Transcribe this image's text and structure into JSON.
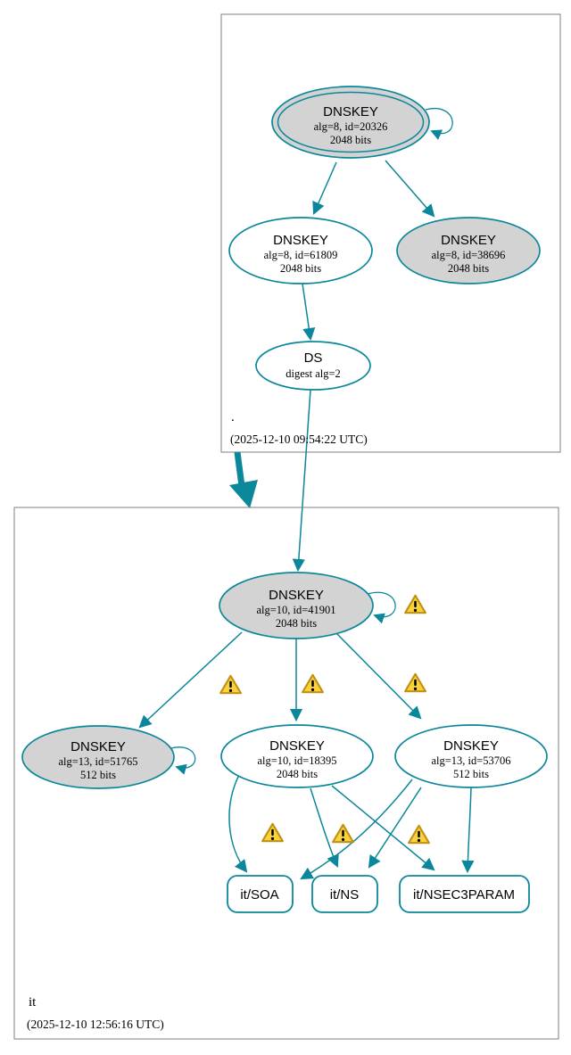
{
  "zones": {
    "root": {
      "name": ".",
      "timestamp": "(2025-12-10 09:54:22 UTC)",
      "nodes": {
        "ksk20326": {
          "title": "DNSKEY",
          "line1": "alg=8, id=20326",
          "line2": "2048 bits"
        },
        "zsk61809": {
          "title": "DNSKEY",
          "line1": "alg=8, id=61809",
          "line2": "2048 bits"
        },
        "key38696": {
          "title": "DNSKEY",
          "line1": "alg=8, id=38696",
          "line2": "2048 bits"
        },
        "ds": {
          "title": "DS",
          "line1": "digest alg=2"
        }
      }
    },
    "it": {
      "name": "it",
      "timestamp": "(2025-12-10 12:56:16 UTC)",
      "nodes": {
        "ksk41901": {
          "title": "DNSKEY",
          "line1": "alg=10, id=41901",
          "line2": "2048 bits"
        },
        "key51765": {
          "title": "DNSKEY",
          "line1": "alg=13, id=51765",
          "line2": "512 bits"
        },
        "key18395": {
          "title": "DNSKEY",
          "line1": "alg=10, id=18395",
          "line2": "2048 bits"
        },
        "key53706": {
          "title": "DNSKEY",
          "line1": "alg=13, id=53706",
          "line2": "512 bits"
        },
        "soa": {
          "label": "it/SOA"
        },
        "ns": {
          "label": "it/NS"
        },
        "nsec3param": {
          "label": "it/NSEC3PARAM"
        }
      },
      "warning_icon_count": 7
    },
    "root_warning_icon_count": 0
  },
  "colors": {
    "secure_line": "#0a879a",
    "key_fill_gray": "#d3d3d3",
    "node_fill_white": "#ffffff",
    "warning_fill": "#fad23c",
    "warning_border": "#c29114",
    "zone_box_border": "#7f7f7f",
    "text": "#000000"
  },
  "icons": {
    "warning": "warning-icon"
  }
}
